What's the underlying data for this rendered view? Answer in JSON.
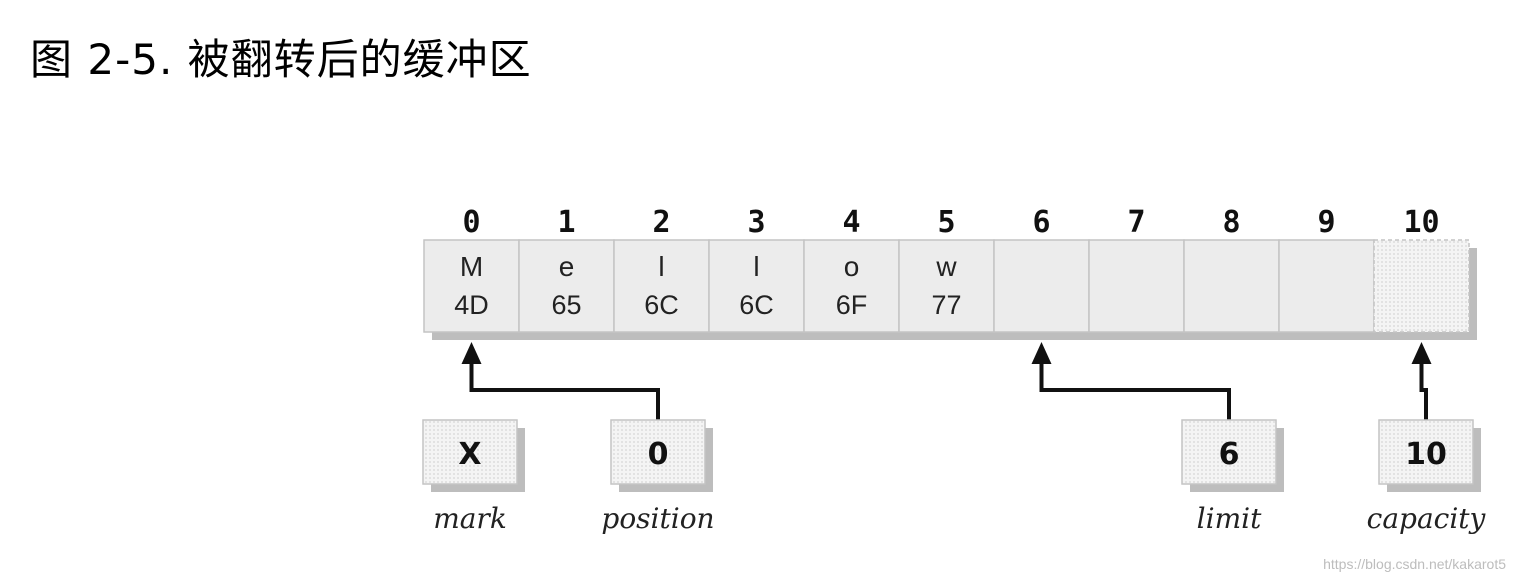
{
  "title": "图 2-5. 被翻转后的缓冲区",
  "buffer": {
    "indices": [
      "0",
      "1",
      "2",
      "3",
      "4",
      "5",
      "6",
      "7",
      "8",
      "9",
      "10"
    ],
    "cells": [
      {
        "char": "M",
        "hex": "4D"
      },
      {
        "char": "e",
        "hex": "65"
      },
      {
        "char": "l",
        "hex": "6C"
      },
      {
        "char": "l",
        "hex": "6C"
      },
      {
        "char": "o",
        "hex": "6F"
      },
      {
        "char": "w",
        "hex": "77"
      },
      {
        "char": "",
        "hex": ""
      },
      {
        "char": "",
        "hex": ""
      },
      {
        "char": "",
        "hex": ""
      },
      {
        "char": "",
        "hex": ""
      },
      {
        "char": "",
        "hex": ""
      }
    ]
  },
  "markers": [
    {
      "id": "mark",
      "value": "X",
      "label": "mark",
      "points_to": null
    },
    {
      "id": "position",
      "value": "0",
      "label": "position",
      "points_to": 0
    },
    {
      "id": "limit",
      "value": "6",
      "label": "limit",
      "points_to": 6
    },
    {
      "id": "capacity",
      "value": "10",
      "label": "capacity",
      "points_to": 10
    }
  ],
  "watermark": "https://blog.csdn.net/kakarot5",
  "colors": {
    "cell_fill": "#ececec",
    "cell_stroke": "#c4c4c4",
    "shadow": "#bdbdbd",
    "arrow": "#111111"
  }
}
